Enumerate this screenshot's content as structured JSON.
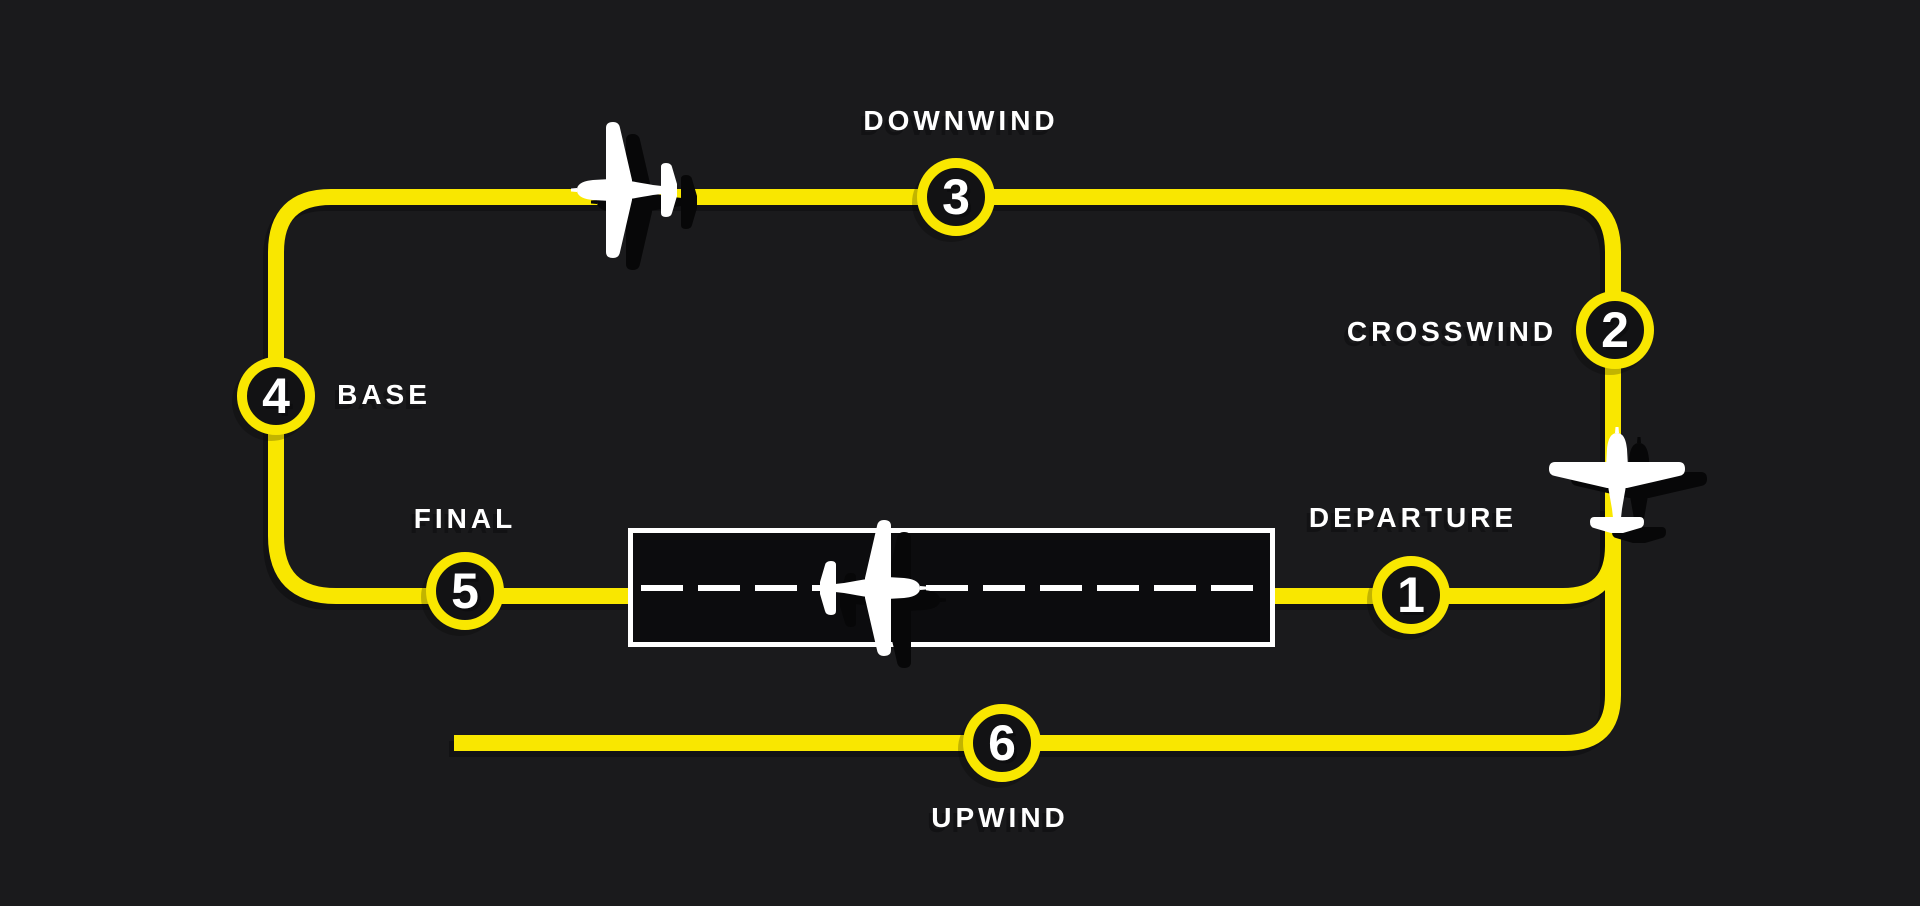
{
  "pattern": {
    "legs": [
      {
        "number": "1",
        "label": "DEPARTURE"
      },
      {
        "number": "2",
        "label": "CROSSWIND"
      },
      {
        "number": "3",
        "label": "DOWNWIND"
      },
      {
        "number": "4",
        "label": "BASE"
      },
      {
        "number": "5",
        "label": "FINAL"
      },
      {
        "number": "6",
        "label": "UPWIND"
      }
    ],
    "icons": {
      "airplane_downwind": "airplane-top-view-heading-left",
      "airplane_climb": "airplane-top-view-heading-up",
      "airplane_runway": "airplane-top-view-heading-right",
      "runway": "runway-strip-with-dashed-centerline"
    },
    "colors": {
      "background": "#1a1a1c",
      "path_yellow": "#f9e700",
      "runway_fill": "#0c0c0e",
      "marking_white": "#ffffff",
      "circle_fill": "#121214"
    }
  }
}
